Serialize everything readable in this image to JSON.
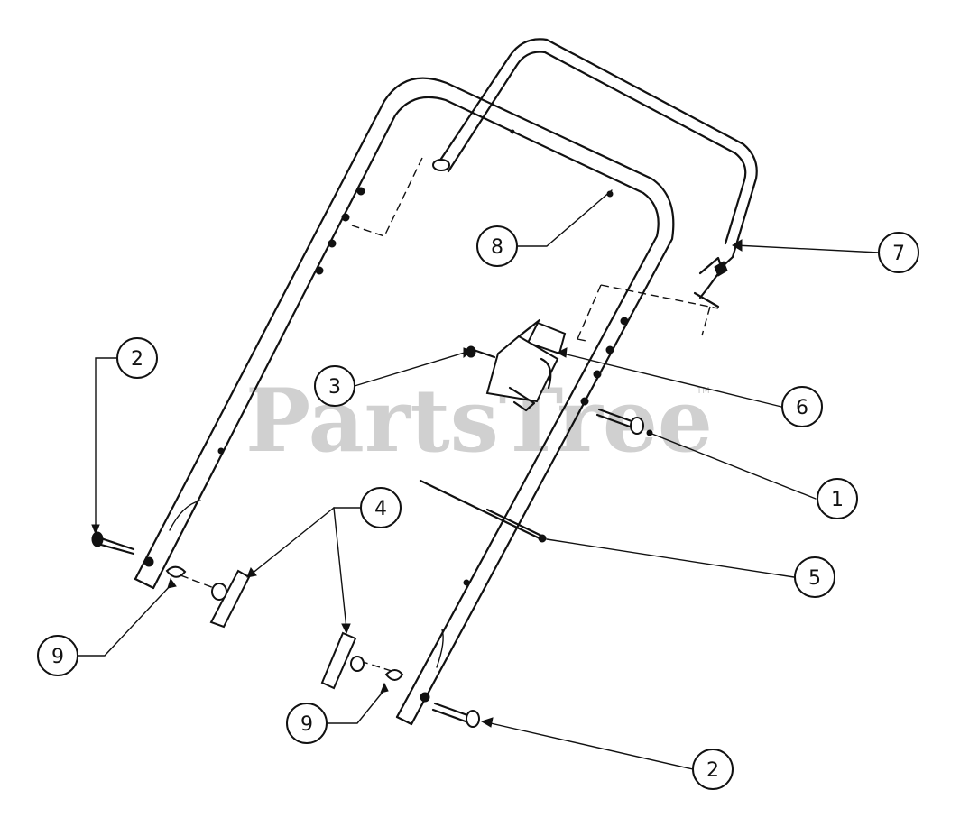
{
  "watermark": {
    "text": "PartsTree",
    "tm": "TM"
  },
  "callouts": {
    "c1": "1",
    "c2a": "2",
    "c2b": "2",
    "c3": "3",
    "c4": "4",
    "c5": "5",
    "c6": "6",
    "c7": "7",
    "c8": "8",
    "c9a": "9",
    "c9b": "9"
  }
}
